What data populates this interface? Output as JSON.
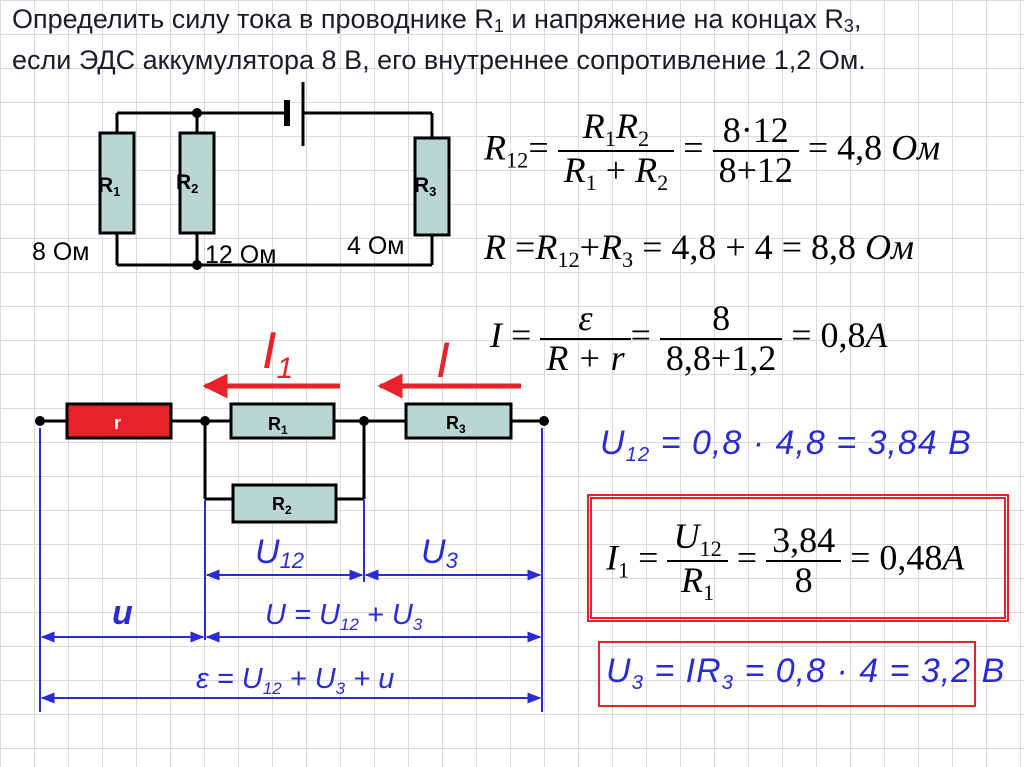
{
  "problem": {
    "line1_a": "Определить силу тока в проводнике R",
    "line1_sub1": "1",
    "line1_b": " и напряжение на концах R",
    "line1_sub2": "3",
    "line1_c": ",",
    "line2": "если ЭДС аккумулятора 8 В, его внутреннее сопротивление 1,2 Ом."
  },
  "circuit1": {
    "r1_label": "R",
    "r1_sub": "1",
    "r2_label": "R",
    "r2_sub": "2",
    "r3_label": "R",
    "r3_sub": "3",
    "r1_value": "8 Ом",
    "r2_value": "12 Ом",
    "r3_value": "4 Ом"
  },
  "circuit2": {
    "r_label": "r",
    "r1_label": "R",
    "r1_sub": "1",
    "r2_label": "R",
    "r2_sub": "2",
    "r3_label": "R",
    "r3_sub": "3",
    "i1_label": "I",
    "i1_sub": "1",
    "i_label": "I",
    "u12_label": "U",
    "u12_sub": "12",
    "u3_label": "U",
    "u3_sub": "3",
    "u_label": "u",
    "u_eq": {
      "a": "U  = U",
      "a_sub": "12",
      "b": " + U",
      "b_sub": "3"
    },
    "emf_eq": {
      "a": "ε  = U",
      "a_sub": "12",
      "b": " + U",
      "b_sub": "3",
      "c": " + u"
    }
  },
  "formulas": {
    "r12": {
      "lhs": "R",
      "lhs_sub": "12",
      "eq": "=",
      "num_a": "R",
      "num_a_sub": "1",
      "num_b": "R",
      "num_b_sub": "2",
      "den_a": "R",
      "den_a_sub": "1",
      "den_plus": " + ",
      "den_b": "R",
      "den_b_sub": "2",
      "eq2": " = ",
      "num2": "8·12",
      "den2": "8+12",
      "result": " = 4,8 ",
      "unit": "Ом"
    },
    "r_total": {
      "lhs": "R",
      "eq1": " =",
      "r12": "R",
      "r12_sub": "12",
      "plus": "+",
      "r3": "R",
      "r3_sub": "3",
      "calc": "  = 4,8 + 4",
      "result": "  = 8,8 ",
      "unit": "Ом"
    },
    "current": {
      "lhs": "I",
      "eq1": " = ",
      "num": "ε",
      "den": "R + r",
      "eq2": "= ",
      "num2": "8",
      "den2": "8,8+1,2",
      "result": " = 0,8",
      "unit": "A"
    },
    "u12": {
      "a": "U",
      "a_sub": "12",
      "b": " = 0,8 · 4,8 = 3,84 В"
    },
    "i1": {
      "lhs": "I",
      "lhs_sub": "1",
      "eq": " = ",
      "num": "U",
      "num_sub": "12",
      "den": "R",
      "den_sub": "1",
      "eq2": " = ",
      "num2": "3,84",
      "den2": "8",
      "result": " = 0,48",
      "unit": "A"
    },
    "u3": {
      "a": "U",
      "a_sub": "3",
      "b": " = IR",
      "b_sub": "3",
      "c": " = 0,8 · 4 = 3,2 В"
    }
  },
  "colors": {
    "red": "#e8222a",
    "blue": "#2b2bd6",
    "resistor_fill": "#b9d6d3",
    "r_fill": "#e8222a"
  }
}
